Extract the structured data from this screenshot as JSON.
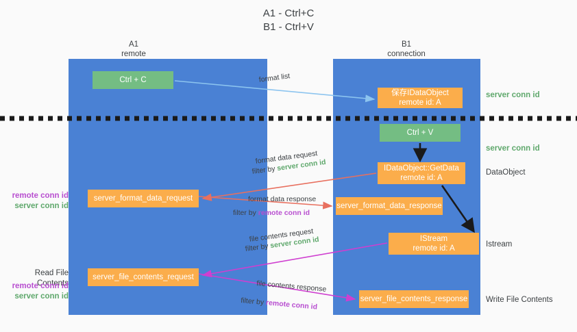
{
  "title": "A1 - Ctrl+C\nB1 - Ctrl+V",
  "lanes": [
    {
      "id": "A1",
      "name": "A1",
      "sub": "remote",
      "header": "A1\nremote",
      "color": "#4a81d4"
    },
    {
      "id": "B1",
      "name": "B1",
      "sub": "connection",
      "header": "B1\nconnection",
      "color": "#4a81d4"
    }
  ],
  "boxes": {
    "ctrl_c": "Ctrl + C",
    "ctrl_v": "Ctrl + V",
    "save_dataobject": "保存IDataObject\nremote id: A",
    "get_data": "IDataObject::GetData\nremote id: A",
    "istream": "IStream\nremote id: A",
    "server_format_data_request": "server_format_data_request",
    "server_format_data_response": "server_format_data_response",
    "server_file_contents_request": "server_file_contents_request",
    "server_file_contents_response": "server_file_contents_response"
  },
  "side_labels": {
    "server_conn_id_top": "server conn id",
    "server_conn_id_mid": "server conn id",
    "dataobject": "DataObject",
    "istream": "Istream",
    "write_file_contents": "Write File Contents",
    "read_file_contents": "Read File Contents",
    "remote_conn_id": "remote conn id",
    "server_conn_id": "server conn id"
  },
  "captions": {
    "format_list": "format list",
    "format_data_request": "format data request",
    "filter_by": "filter by ",
    "filter_server": "server conn id",
    "filter_remote": "remote conn id",
    "format_data_response": "format data response",
    "file_contents_request": "file contents request",
    "file_contents_response": "file contents response"
  },
  "colors": {
    "lane_blue": "#4a81d4",
    "green_box": "#74bd83",
    "orange_box": "#fbad4b",
    "server_conn_green": "#5fa86c",
    "remote_conn_purple": "#b84fd0",
    "arrow_red": "#e8705f",
    "arrow_magenta": "#cf3fd0",
    "arrow_lightblue": "#8cc4ef",
    "arrow_black": "#1a1a1a",
    "background": "#fafafa"
  }
}
